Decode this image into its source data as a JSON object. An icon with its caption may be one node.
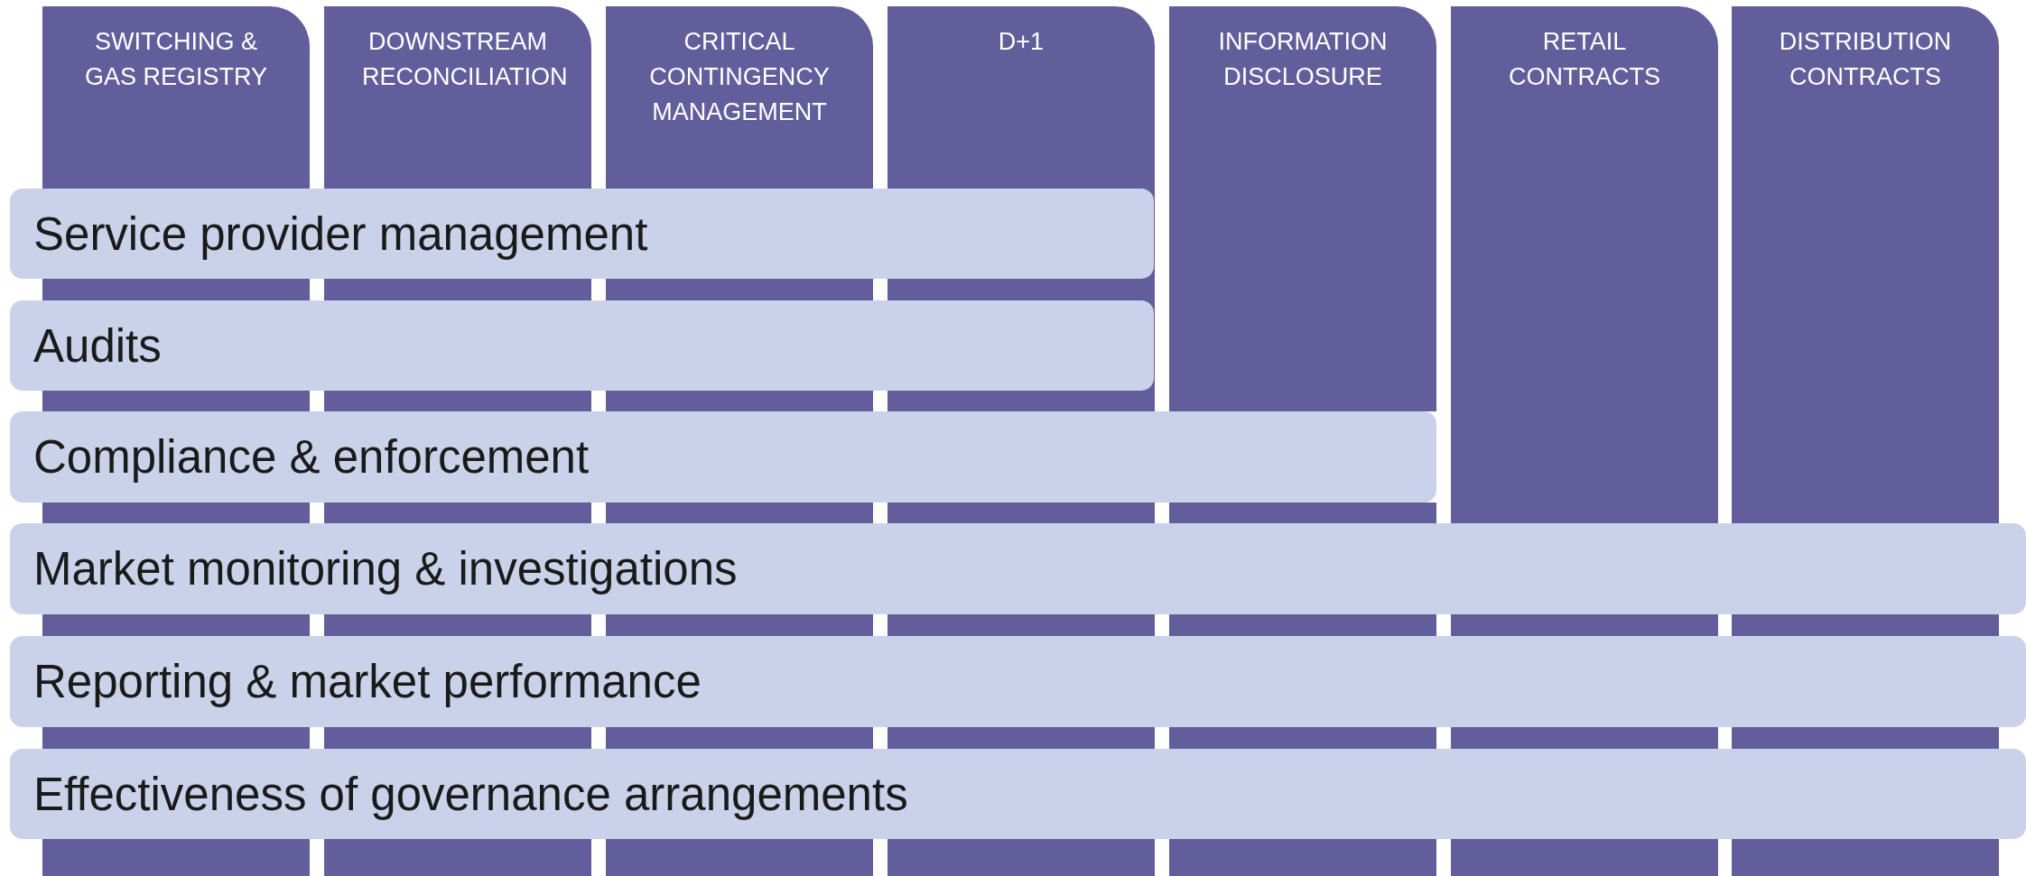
{
  "diagram": {
    "nodes": [
      {
        "text": [
          "SWITCHING & GAS REGISTRY"
        ]
      },
      {
        "text": [
          "DOWNSTREAM RECONCILIATION"
        ]
      },
      {
        "text": [
          "CRITICAL CONTINGENCY MANAGEMENT"
        ]
      },
      {
        "text": [
          "D+1"
        ]
      },
      {
        "text": [
          "INFORMATION DISCLOSURE"
        ]
      },
      {
        "text": [
          "RETAIL CONTRACTS"
        ]
      },
      {
        "text": [
          "DISTRIBUTION CONTRACTS"
        ]
      },
      {
        "text": [
          "Service provider management"
        ]
      },
      {
        "text": [
          "Audits"
        ]
      },
      {
        "text": [
          "Compliance & enforcement"
        ]
      },
      {
        "text": [
          "Market monitoring & investigations"
        ]
      },
      {
        "text": [
          "Reporting & market performance"
        ]
      },
      {
        "text": [
          "Effectiveness of governance arrangements"
        ]
      }
    ]
  }
}
